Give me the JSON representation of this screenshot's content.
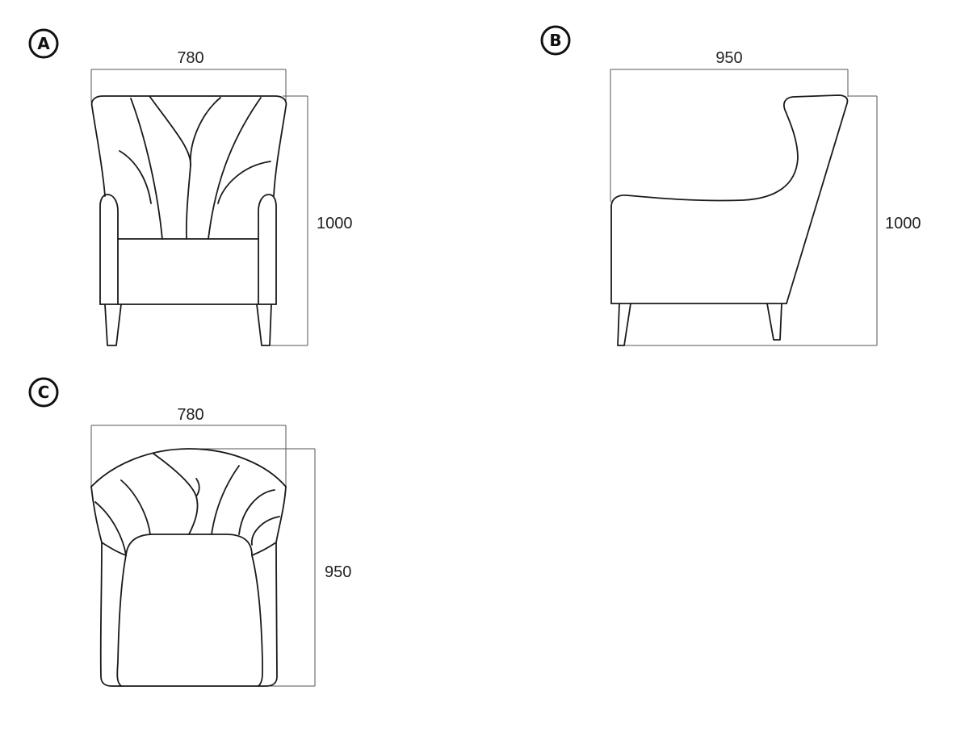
{
  "views": {
    "a": {
      "badge": "A",
      "width_label": "780",
      "height_label": "1000"
    },
    "b": {
      "badge": "B",
      "width_label": "950",
      "height_label": "1000"
    },
    "c": {
      "badge": "C",
      "width_label": "780",
      "height_label": "950"
    }
  }
}
